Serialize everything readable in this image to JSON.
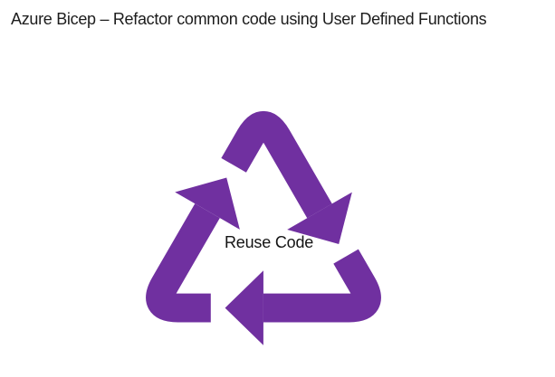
{
  "title": {
    "text": "Azure Bicep – Refactor common code using User Defined Functions",
    "color": "#1c1c1c"
  },
  "diagram": {
    "label": "Reuse Code",
    "label_color": "#141414",
    "icon": "recycle-arrows-icon",
    "icon_color": "#7030A0",
    "arrow_count": 3,
    "rotation_direction": "clockwise"
  },
  "page": {
    "background": "#ffffff"
  }
}
